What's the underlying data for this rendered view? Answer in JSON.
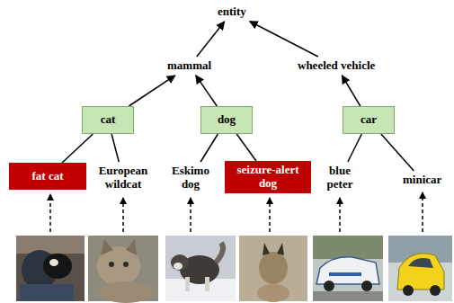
{
  "diagram": {
    "nodes": [
      {
        "text": [
          "entity"
        ]
      },
      {
        "text": [
          "mammal"
        ]
      },
      {
        "text": [
          "wheeled vehicle"
        ]
      },
      {
        "text": [
          "cat"
        ]
      },
      {
        "text": [
          "dog"
        ]
      },
      {
        "text": [
          "car"
        ]
      },
      {
        "text": [
          "fat cat"
        ]
      },
      {
        "text": [
          "European wildcat"
        ]
      },
      {
        "text": [
          "Eskimo dog"
        ]
      },
      {
        "text": [
          "seizure-alert dog"
        ]
      },
      {
        "text": [
          "blue peter"
        ]
      },
      {
        "text": [
          "minicar"
        ]
      }
    ],
    "edges": [
      {
        "from": 1,
        "to": 0,
        "arrow": "to"
      },
      {
        "from": 2,
        "to": 0,
        "arrow": "to"
      },
      {
        "from": 3,
        "to": 1,
        "arrow": "to"
      },
      {
        "from": 4,
        "to": 1,
        "arrow": "to"
      },
      {
        "from": 5,
        "to": 2,
        "arrow": "to"
      },
      {
        "from": 3,
        "to": 6,
        "arrow": "none"
      },
      {
        "from": 3,
        "to": 7,
        "arrow": "none"
      },
      {
        "from": 4,
        "to": 8,
        "arrow": "none"
      },
      {
        "from": 4,
        "to": 9,
        "arrow": "none"
      },
      {
        "from": 5,
        "to": 10,
        "arrow": "none"
      },
      {
        "from": 5,
        "to": 11,
        "arrow": "none"
      }
    ]
  }
}
